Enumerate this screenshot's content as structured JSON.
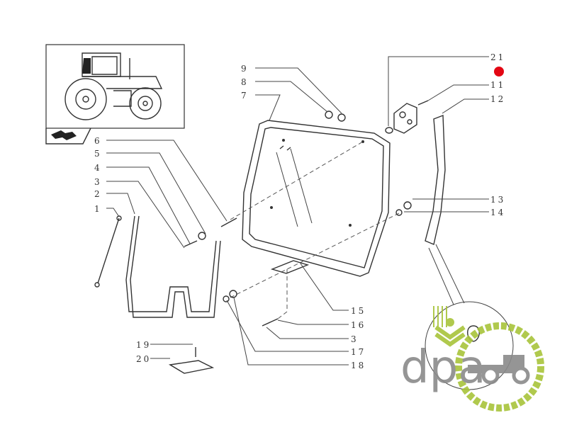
{
  "diagram": {
    "callouts_left": [
      "6",
      "5",
      "4",
      "3",
      "2",
      "1"
    ],
    "callouts_top": [
      "9",
      "8",
      "7"
    ],
    "callouts_top_right": [
      "21",
      "11",
      "12"
    ],
    "callouts_mid_right": [
      "13",
      "14"
    ],
    "callouts_bottom": [
      "15",
      "16",
      "3",
      "17",
      "18"
    ],
    "callouts_bottom_left": [
      "19",
      "20"
    ],
    "marker_color": "#e30613"
  },
  "watermark": {
    "text": "dpa",
    "accent": "#a8c43a",
    "gray": "#8a8a8a"
  }
}
